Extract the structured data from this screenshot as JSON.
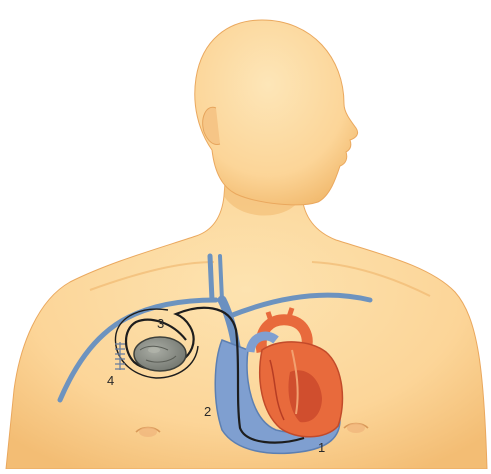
{
  "colors": {
    "background": "#ffffff",
    "skin": "#fcd598",
    "skin_shadow": "#f1b86c",
    "skin_edge": "#e8a75d",
    "vein": "#6d93bf",
    "vein_dark": "#4f75a6",
    "heart_blue": "#7f9fd0",
    "heart_red": "#e86a3c",
    "heart_red_dark": "#c9472a",
    "lead": "#1d1d1d",
    "pacemaker": "#8c8f87",
    "suture": "#6b7f9e"
  },
  "icons": {
    "figure": "human-torso-illustration",
    "heart": "heart-icon",
    "pacemaker": "pacemaker-device-icon"
  },
  "labels": {
    "heart": "1",
    "vein_lead": "2",
    "pacemaker": "3",
    "incision": "4"
  }
}
